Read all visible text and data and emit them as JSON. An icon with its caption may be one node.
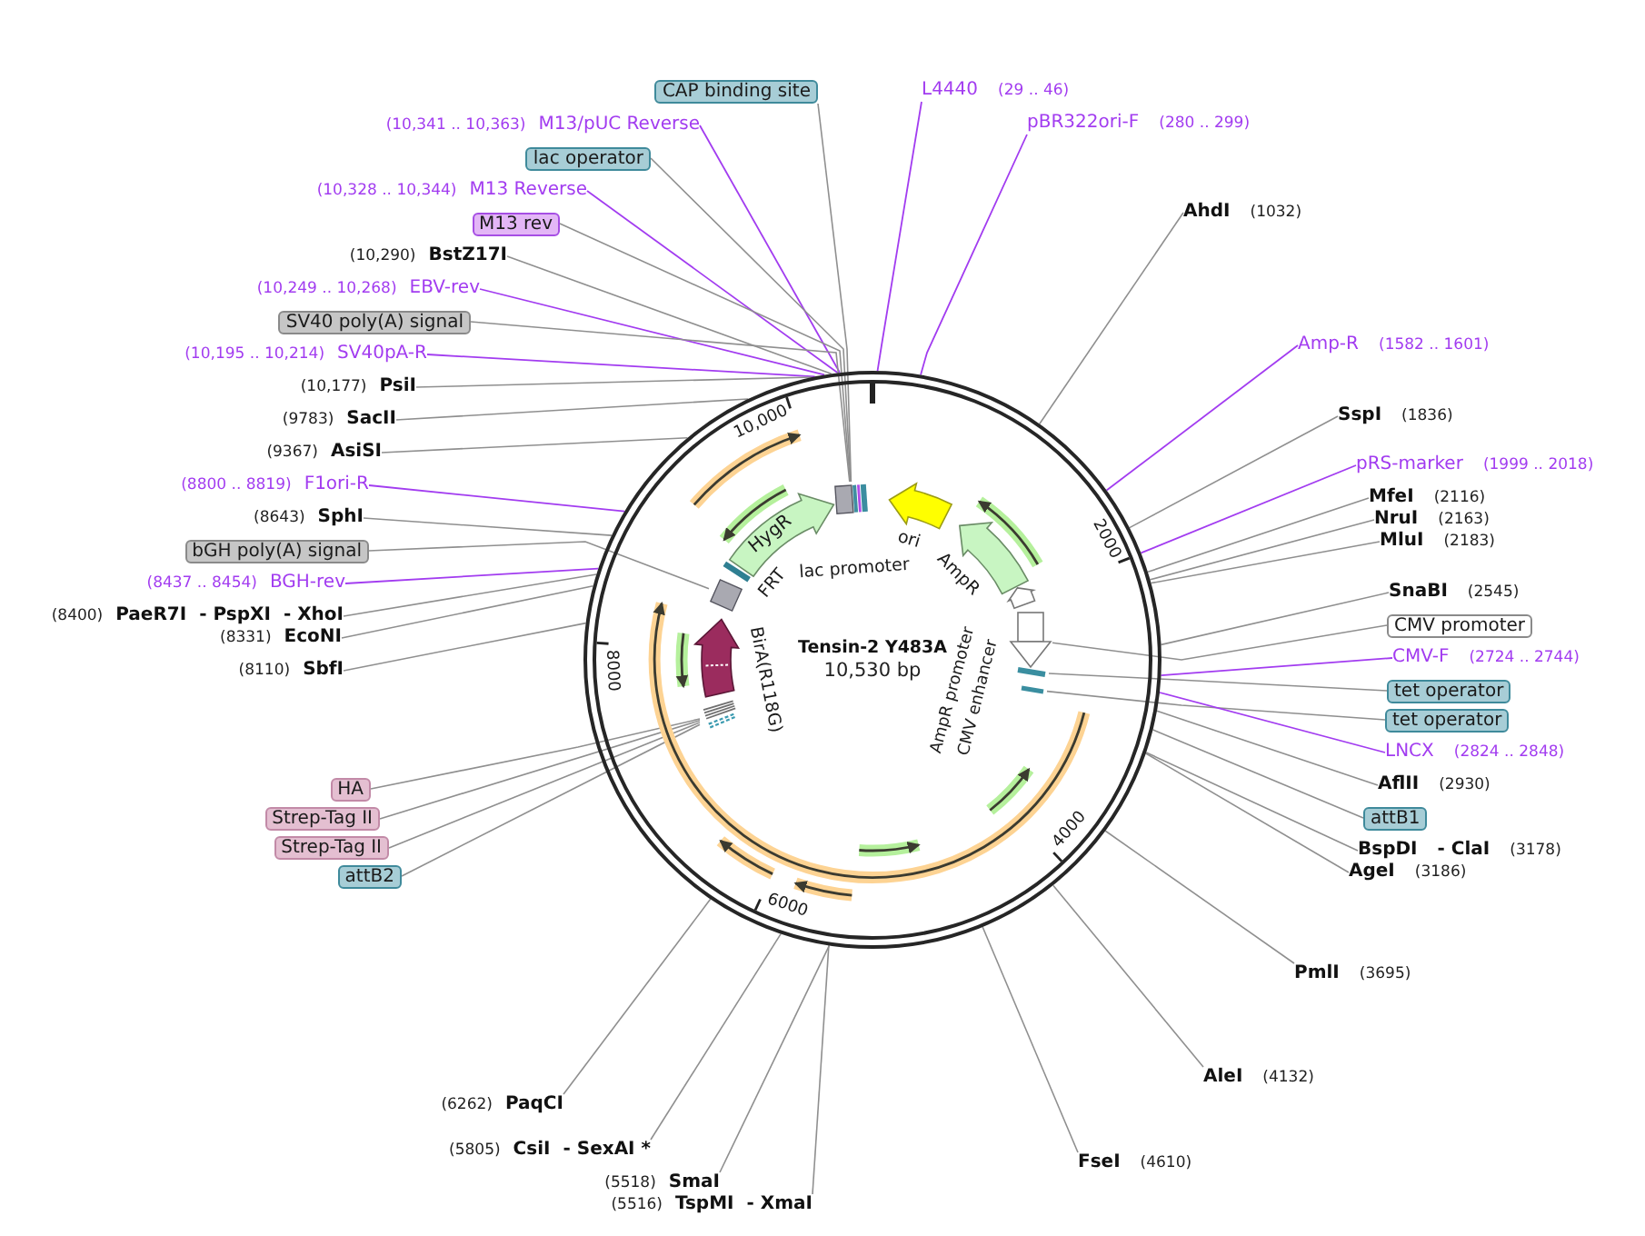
{
  "diagram": {
    "nodes": [
      {
        "text": [
          "Tensin-2 Y483A",
          "10,530 bp"
        ]
      },
      {
        "text": [
          "HygR"
        ],
        "in": 0
      },
      {
        "text": [],
        "shape": "arrow",
        "in": 0
      },
      {
        "text": [],
        "shape": "arrow",
        "in": 0
      },
      {
        "text": [],
        "shape": "arrow",
        "in": 0
      },
      {
        "text": [
          "CAP binding site"
        ]
      },
      {
        "text": [
          "L4440",
          "(29 .. 46)"
        ]
      },
      {
        "text": [
          "pBR322ori-F",
          "(280 .. 299)"
        ]
      },
      {
        "text": [
          "(10,341 .. 10,363)",
          "M13/pUC Reverse"
        ]
      },
      {
        "text": [
          "lac operator"
        ]
      },
      {
        "text": [
          "(10,328 .. 10,344)",
          "M13 Reverse"
        ]
      },
      {
        "text": [
          "AhdI",
          "(1032)"
        ]
      },
      {
        "text": [
          "M13 rev"
        ]
      },
      {
        "text": [
          "(10,290)",
          "BstZ17I"
        ]
      },
      {
        "text": [
          "(10,249 .. 10,268)",
          "EBV-rev"
        ]
      },
      {
        "text": [
          "SV40 poly(A) signal"
        ]
      },
      {
        "text": [
          "Amp-R",
          "(1582 .. 1601)"
        ]
      },
      {
        "text": [
          "(10,195 .. 10,214)",
          "SV40pA-R"
        ]
      },
      {
        "text": [
          "(10,177)",
          "PsiI"
        ]
      },
      {
        "text": [
          "SspI",
          "(1836)"
        ]
      },
      {
        "text": [
          "(9783)",
          "SacII"
        ]
      },
      {
        "text": [
          "(9367)",
          "AsiSI"
        ]
      },
      {
        "text": [
          "pRS-marker",
          "(1999 .. 2018)"
        ]
      },
      {
        "text": [
          "(8800 .. 8819)",
          "F1ori-R"
        ]
      },
      {
        "text": [
          "MfeI",
          "(2116)"
        ]
      },
      {
        "text": [
          "(8643)",
          "SphI"
        ]
      },
      {
        "text": [
          "NruI",
          "(2163)"
        ]
      },
      {
        "text": [
          "MluI",
          "(2183)"
        ]
      },
      {
        "text": [
          "bGH poly(A) signal"
        ]
      },
      {
        "text": [
          "(8437 .. 8454)",
          "BGH-rev"
        ]
      },
      {
        "text": [
          "SnaBI",
          "(2545)"
        ]
      },
      {
        "text": [
          "(8400)",
          "PaeR7I",
          "- PspXI",
          "- XhoI"
        ]
      },
      {
        "text": [
          "CMV promoter"
        ]
      },
      {
        "text": [
          "(8331)",
          "EcoNI"
        ]
      },
      {
        "text": [
          "CMV-F",
          "(2724 .. 2744)"
        ]
      },
      {
        "text": [
          "(8110)",
          "SbfI"
        ]
      },
      {
        "text": [
          "tet operator"
        ]
      },
      {
        "text": [
          "tet operator"
        ]
      },
      {
        "text": [
          "LNCX",
          "(2824 .. 2848)"
        ]
      },
      {
        "text": [
          "AflII",
          "(2930)"
        ]
      },
      {
        "text": [
          "HA"
        ]
      },
      {
        "text": [
          "attB1"
        ]
      },
      {
        "text": [
          "Strep-Tag II"
        ]
      },
      {
        "text": [
          "Strep-Tag II"
        ]
      },
      {
        "text": [
          "BspDI",
          "- ClaI",
          "(3178)"
        ]
      },
      {
        "text": [
          "AgeI",
          "(3186)"
        ]
      },
      {
        "text": [
          "attB2"
        ]
      },
      {
        "text": [
          "PmlI",
          "(3695)"
        ]
      },
      {
        "text": [
          "AleI",
          "(4132)"
        ]
      },
      {
        "text": [
          "(6262)",
          "PaqCI"
        ]
      },
      {
        "text": [
          "(5805)",
          "CsiI",
          "- SexAI *"
        ]
      },
      {
        "text": [
          "FseI",
          "(4610)"
        ]
      },
      {
        "text": [
          "(5518)",
          "SmaI"
        ]
      },
      {
        "text": [
          "(5516)",
          "TspMI",
          "- XmaI"
        ]
      },
      {
        "text": [],
        "shape": "box",
        "in": 0
      },
      {
        "text": [],
        "shape": "box",
        "in": 0
      },
      {
        "text": [],
        "shape": "bar",
        "in": 0
      },
      {
        "text": [],
        "shape": "arrow",
        "in": 0
      },
      {
        "text": [],
        "shape": "bar",
        "in": 0
      },
      {
        "text": [],
        "shape": "bar",
        "in": 0
      }
    ],
    "edges": [
      {
        "from": 5,
        "to": 54,
        "arrow": "none"
      },
      {
        "from": 6,
        "to": 0,
        "arrow": "none",
        "color": "#a23cf0"
      },
      {
        "from": 7,
        "to": 0,
        "arrow": "none",
        "color": "#a23cf0"
      },
      {
        "from": 8,
        "to": 0,
        "arrow": "none",
        "color": "#a23cf0"
      },
      {
        "from": 9,
        "to": 54,
        "arrow": "none"
      },
      {
        "from": 10,
        "to": 0,
        "arrow": "none",
        "color": "#a23cf0"
      },
      {
        "from": 11,
        "to": 0,
        "arrow": "none"
      },
      {
        "from": 12,
        "to": 54,
        "arrow": "none"
      },
      {
        "from": 13,
        "to": 0,
        "arrow": "none"
      },
      {
        "from": 14,
        "to": 0,
        "arrow": "none",
        "color": "#a23cf0"
      },
      {
        "from": 15,
        "to": 54,
        "arrow": "none"
      },
      {
        "from": 16,
        "to": 0,
        "arrow": "none",
        "color": "#a23cf0"
      },
      {
        "from": 17,
        "to": 0,
        "arrow": "none",
        "color": "#a23cf0"
      },
      {
        "from": 18,
        "to": 0,
        "arrow": "none"
      },
      {
        "from": 19,
        "to": 0,
        "arrow": "none"
      },
      {
        "from": 20,
        "to": 0,
        "arrow": "none"
      },
      {
        "from": 21,
        "to": 0,
        "arrow": "none"
      },
      {
        "from": 22,
        "to": 0,
        "arrow": "none",
        "color": "#a23cf0"
      },
      {
        "from": 23,
        "to": 0,
        "arrow": "none",
        "color": "#a23cf0"
      },
      {
        "from": 24,
        "to": 0,
        "arrow": "none"
      },
      {
        "from": 25,
        "to": 0,
        "arrow": "none"
      },
      {
        "from": 26,
        "to": 0,
        "arrow": "none"
      },
      {
        "from": 27,
        "to": 0,
        "arrow": "none"
      },
      {
        "from": 28,
        "to": 55,
        "arrow": "none"
      },
      {
        "from": 29,
        "to": 0,
        "arrow": "none",
        "color": "#a23cf0"
      },
      {
        "from": 30,
        "to": 0,
        "arrow": "none"
      },
      {
        "from": 31,
        "to": 0,
        "arrow": "none"
      },
      {
        "from": 32,
        "to": 57,
        "arrow": "none"
      },
      {
        "from": 33,
        "to": 0,
        "arrow": "none"
      },
      {
        "from": 34,
        "to": 0,
        "arrow": "none",
        "color": "#a23cf0"
      },
      {
        "from": 35,
        "to": 0,
        "arrow": "none"
      },
      {
        "from": 36,
        "to": 58,
        "arrow": "none"
      },
      {
        "from": 37,
        "to": 59,
        "arrow": "none"
      },
      {
        "from": 38,
        "to": 0,
        "arrow": "none",
        "color": "#a23cf0"
      },
      {
        "from": 39,
        "to": 0,
        "arrow": "none"
      },
      {
        "from": 40,
        "to": 56,
        "arrow": "none"
      },
      {
        "from": 41,
        "to": 0,
        "arrow": "none"
      },
      {
        "from": 42,
        "to": 56,
        "arrow": "none"
      },
      {
        "from": 43,
        "to": 56,
        "arrow": "none"
      },
      {
        "from": 44,
        "to": 0,
        "arrow": "none"
      },
      {
        "from": 45,
        "to": 0,
        "arrow": "none"
      },
      {
        "from": 46,
        "to": 56,
        "arrow": "none"
      },
      {
        "from": 47,
        "to": 0,
        "arrow": "none"
      },
      {
        "from": 48,
        "to": 0,
        "arrow": "none"
      },
      {
        "from": 49,
        "to": 0,
        "arrow": "none"
      },
      {
        "from": 50,
        "to": 0,
        "arrow": "none"
      },
      {
        "from": 51,
        "to": 0,
        "arrow": "none"
      },
      {
        "from": 52,
        "to": 0,
        "arrow": "none"
      },
      {
        "from": 53,
        "to": 0,
        "arrow": "none"
      }
    ],
    "labels": [
      "10,000",
      "2000",
      "ori",
      "lac promoter",
      "AmpR",
      "FRT",
      "8000",
      "BirA(R118G)",
      "AmpR promoter",
      "CMV enhancer",
      "4000",
      "6000"
    ]
  }
}
